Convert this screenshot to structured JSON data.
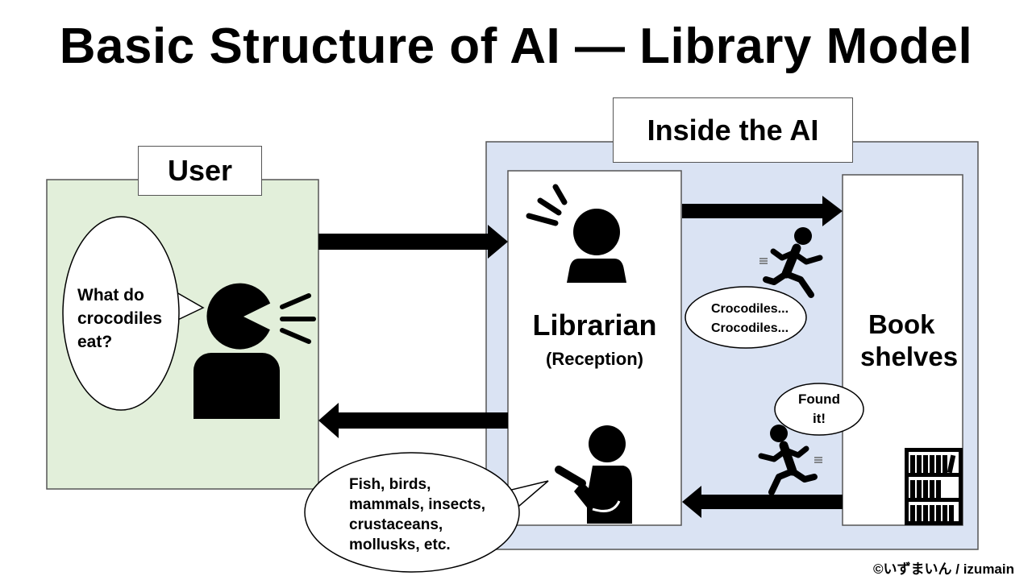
{
  "title": "Basic Structure of AI — Library Model",
  "user_label": "User",
  "ai_label": "Inside the AI",
  "question_lines": [
    "What do",
    "crocodiles",
    "eat?"
  ],
  "librarian_label": "Librarian",
  "reception_label": "(Reception)",
  "bookshelves_lines": [
    "Book",
    "shelves"
  ],
  "searching_lines": [
    "Crocodiles...",
    "Crocodiles..."
  ],
  "found_lines": [
    "Found",
    "it!"
  ],
  "answer_lines": [
    "Fish, birds,",
    "mammals, insects,",
    "crustaceans,",
    "mollusks, etc."
  ],
  "credit": "©いずまいん / izumain",
  "colors": {
    "user_panel": "#e2efda",
    "ai_panel": "#dae3f3",
    "panel_border": "#555555",
    "ink": "#000000"
  },
  "icons": [
    "person-speaking-icon",
    "librarian-icon",
    "librarian-pointing-icon",
    "runner-icon",
    "bookshelf-icon",
    "arrow-icon"
  ]
}
